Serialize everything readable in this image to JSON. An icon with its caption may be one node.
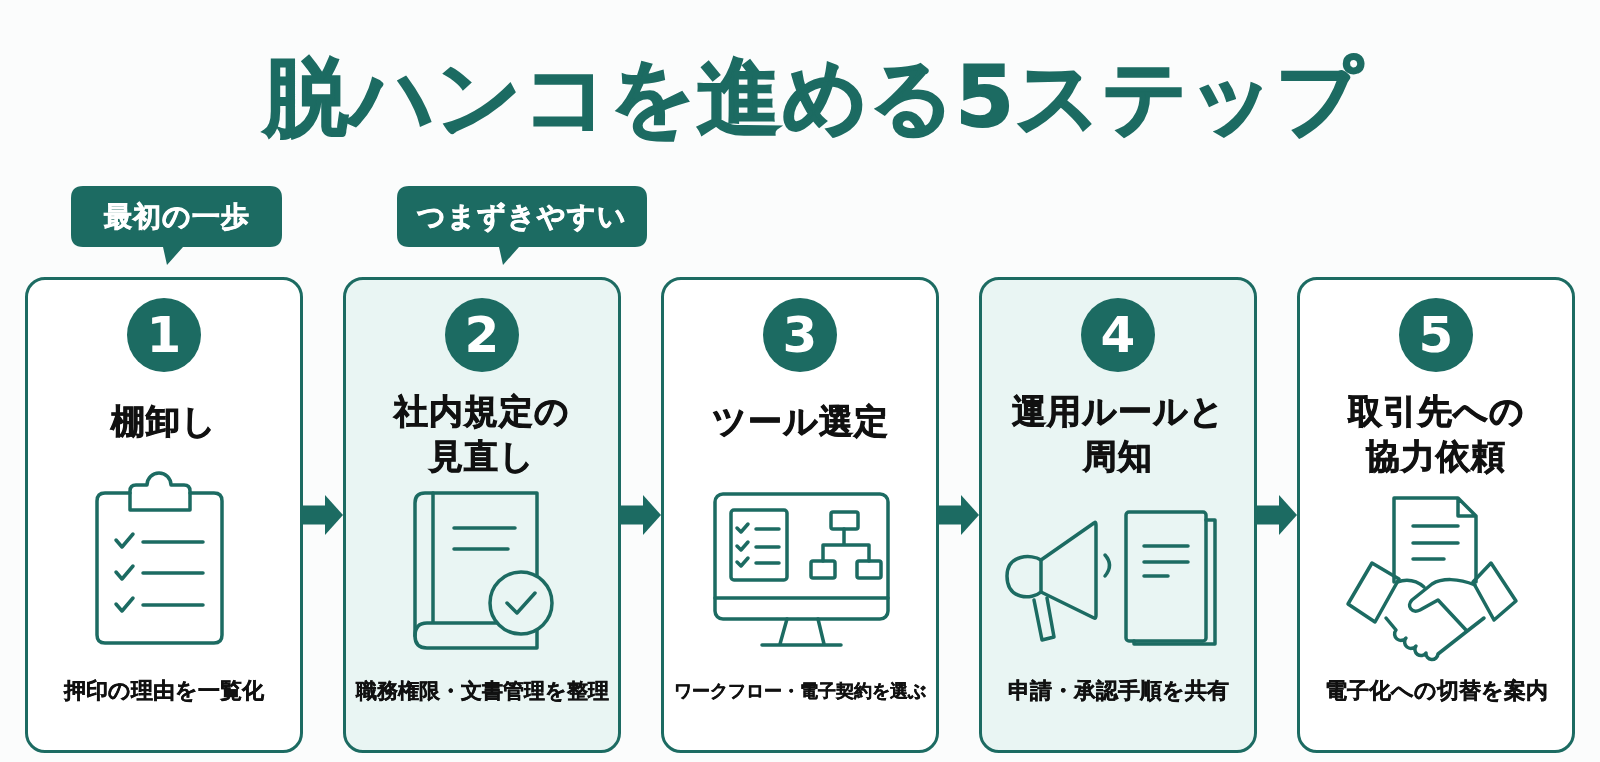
{
  "diagram": {
    "title": "脱ハンコを進める5ステップ",
    "nodes": [
      {
        "text": [
          "最初の一歩"
        ]
      },
      {
        "text": [
          "つまずきやすい"
        ]
      },
      {
        "text": [
          "棚卸し",
          "押印の理由を一覧化"
        ]
      },
      {
        "text": [
          "1"
        ],
        "in": 2
      },
      {
        "text": [
          "社内規定の見直し",
          "職務権限・文書管理を整理"
        ]
      },
      {
        "text": [
          "2"
        ],
        "in": 4
      },
      {
        "text": [
          "ツール選定",
          "ワークフロー・電子契約を選ぶ"
        ]
      },
      {
        "text": [
          "3"
        ],
        "in": 6
      },
      {
        "text": [
          "運用ルールと周知",
          "申請・承認手順を共有"
        ]
      },
      {
        "text": [
          "4"
        ],
        "in": 8
      },
      {
        "text": [
          "取引先への協力依頼",
          "電子化への切替を案内"
        ]
      },
      {
        "text": [
          "5"
        ],
        "in": 10
      }
    ],
    "edges": [
      {
        "from": 2,
        "to": 4,
        "arrow": "to"
      },
      {
        "from": 4,
        "to": 6,
        "arrow": "to"
      },
      {
        "from": 6,
        "to": 8,
        "arrow": "to"
      },
      {
        "from": 8,
        "to": 10,
        "arrow": "to"
      }
    ]
  }
}
